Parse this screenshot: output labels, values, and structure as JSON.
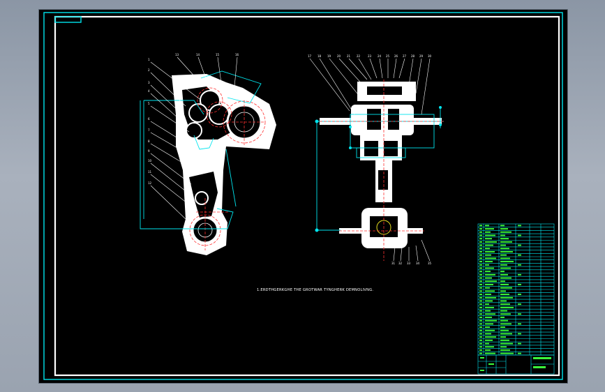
{
  "drawing": {
    "title_block_code": "",
    "technical_note": "1.ERDTHGERKGHE THE GROTWAR TYNGHERK DEMNOLIVNG.",
    "left_view_balloons": [
      "1",
      "2",
      "3",
      "4",
      "5",
      "6",
      "7",
      "8",
      "9",
      "10",
      "11",
      "12",
      "13",
      "14",
      "15",
      "16"
    ],
    "right_view_balloons": [
      "17",
      "18",
      "19",
      "20",
      "21",
      "22",
      "23",
      "24",
      "25",
      "26",
      "27",
      "28",
      "29",
      "30"
    ],
    "bottom_balloons": [
      "31",
      "32",
      "33",
      "34",
      "35"
    ]
  },
  "colors": {
    "background": "#000000",
    "frame_cyan": "#00e5ee",
    "geometry": "#ffffff",
    "centerline": "#ff3030",
    "table_text": "#3cff3c"
  },
  "parts_table": {
    "rows": 40,
    "columns": 6
  }
}
